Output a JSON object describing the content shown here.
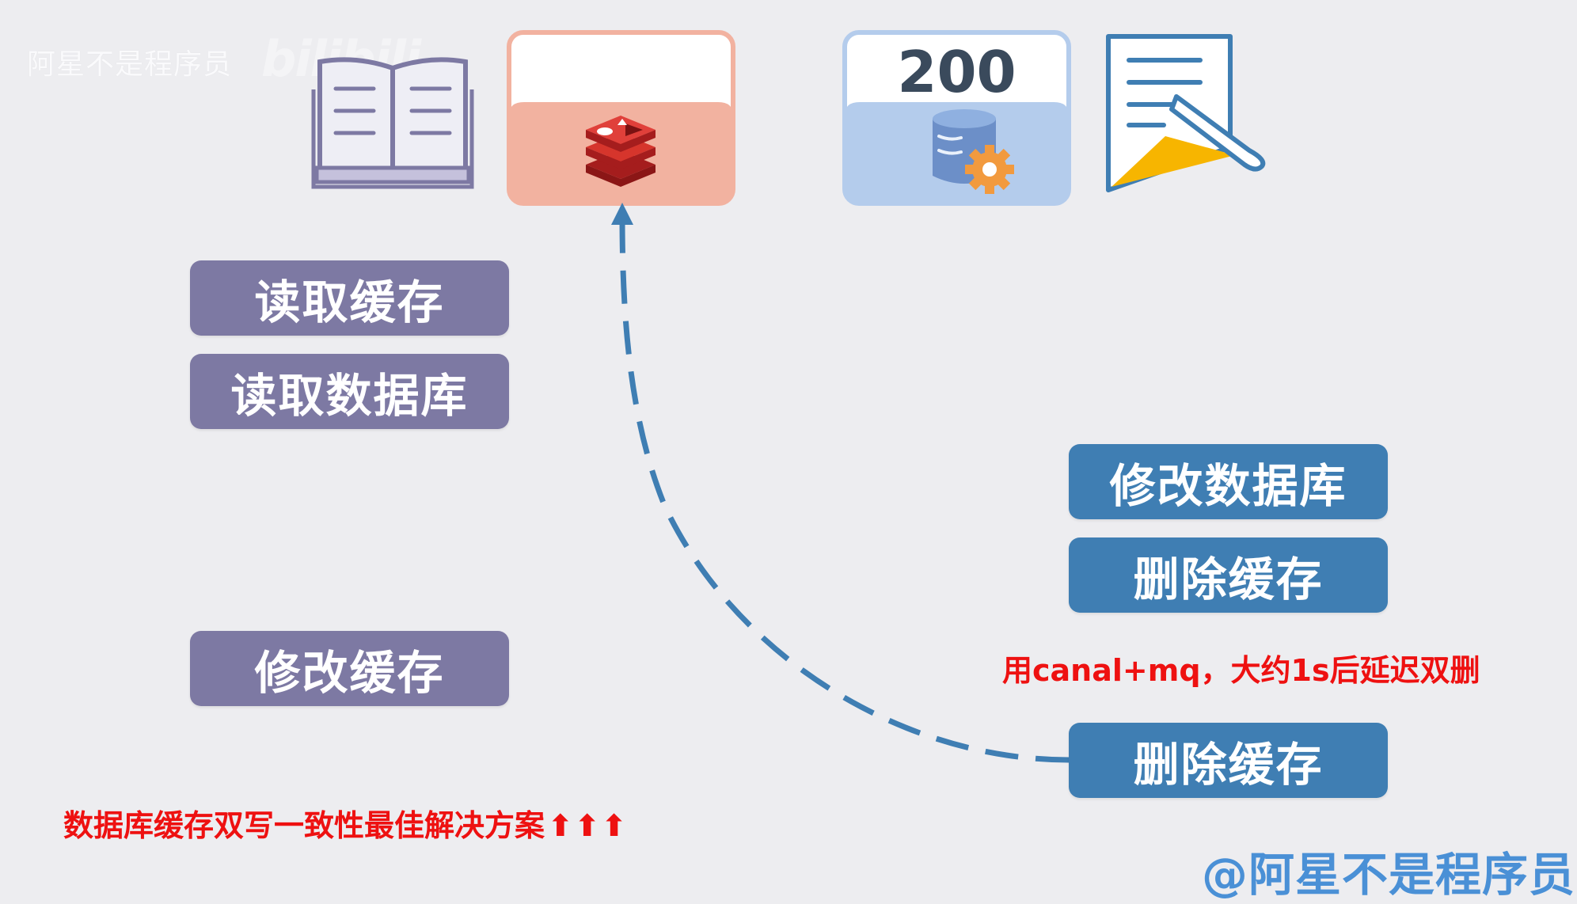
{
  "watermark": {
    "channel": "阿星不是程序员",
    "brand": "bilibili"
  },
  "cache_panel": {
    "icon": "redis-icon",
    "color": "#f2b2a0"
  },
  "db_panel": {
    "status_code": "200",
    "icon": "database-gear-icon",
    "color": "#b4ccec"
  },
  "left_steps": {
    "read_cache": "读取缓存",
    "read_db": "读取数据库",
    "update_cache": "修改缓存"
  },
  "right_steps": {
    "update_db": "修改数据库",
    "delete_cache_1": "删除缓存",
    "note": "用canal+mq，大约1s后延迟双删",
    "delete_cache_2": "删除缓存"
  },
  "footer": {
    "caption": "数据库缓存双写一致性最佳解决方案",
    "arrows": "⬆⬆⬆",
    "handle": "@阿星不是程序员"
  },
  "colors": {
    "purple": "#7d79a3",
    "blue": "#3f7eb3",
    "red": "#ee1111",
    "arrow": "#3f7eb3"
  }
}
